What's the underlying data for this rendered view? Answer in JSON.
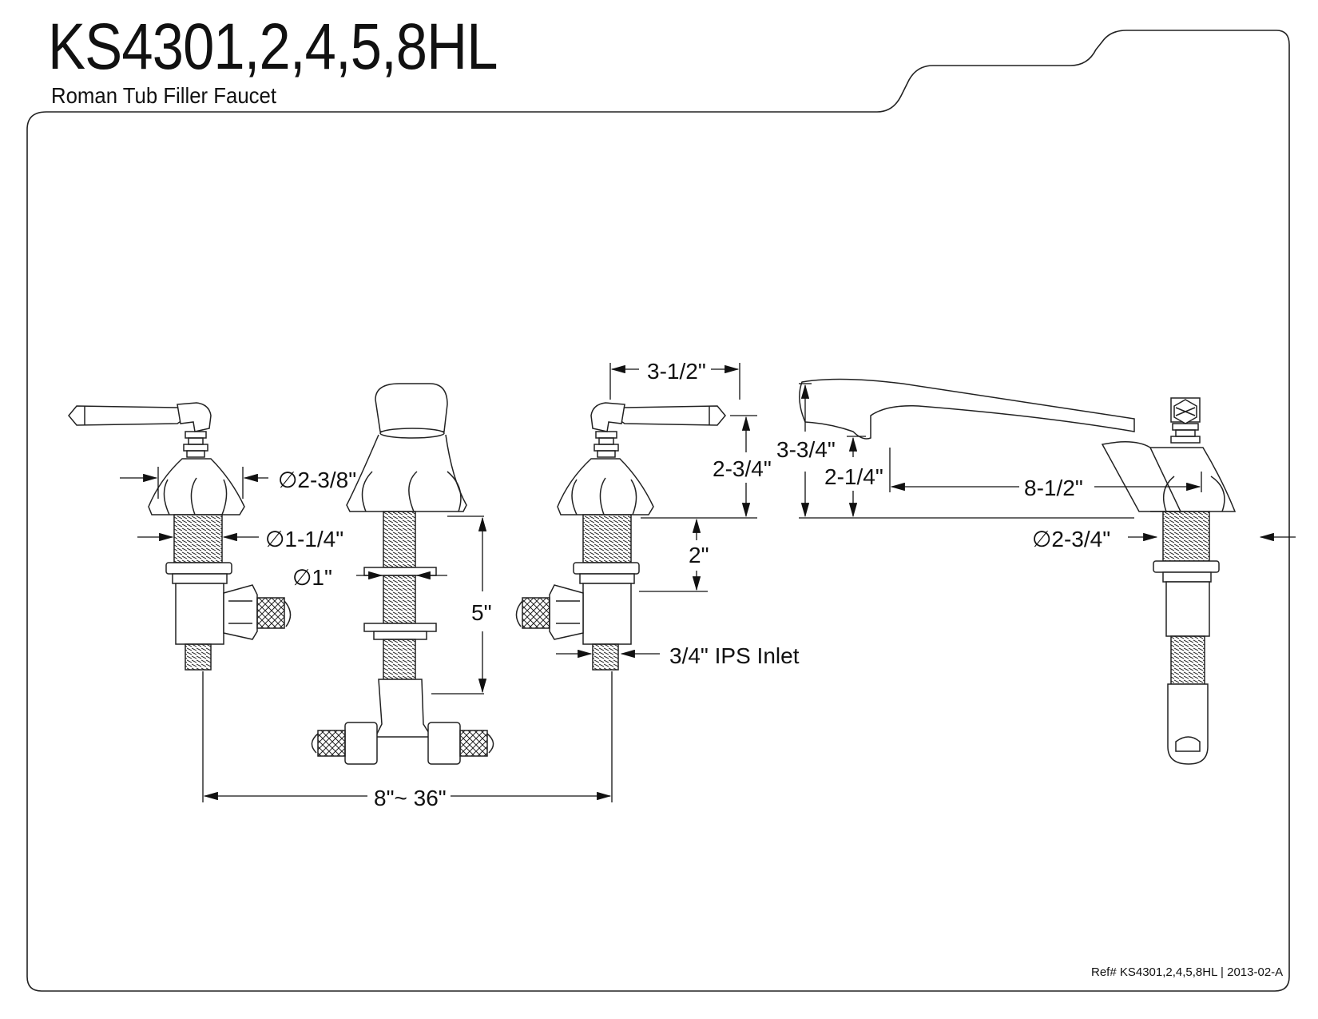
{
  "header": {
    "title": "KS4301,2,4,5,8HL",
    "subtitle": "Roman Tub Filler Faucet"
  },
  "footer": {
    "reference": "Ref# KS4301,2,4,5,8HL | 2013-02-A"
  },
  "dimensions": {
    "escutcheon_diameter": "∅2-3/8\"",
    "shank_diameter": "∅1-1/4\"",
    "spout_shank_diameter": "∅1\"",
    "shank_length": "5\"",
    "spread": "8\"~ 36\"",
    "handle_length": "3-1/2\"",
    "handle_height": "2-3/4\"",
    "shank_above_nut": "2\"",
    "inlet": "3/4\" IPS Inlet",
    "spout_height": "3-3/4\"",
    "spout_outlet_height": "2-1/4\"",
    "spout_reach": "8-1/2\"",
    "spout_base_diameter": "∅2-3/4\""
  }
}
